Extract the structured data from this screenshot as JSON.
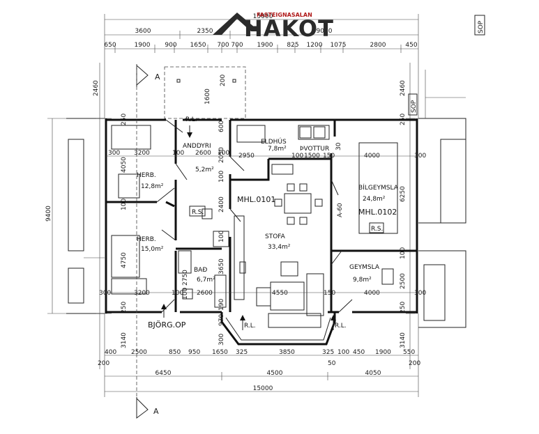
{
  "logo": {
    "top": "FASTEIGNASALAN",
    "word": "HAKOT"
  },
  "dims_top": {
    "total": "15000",
    "row1": [
      "3600",
      "2350",
      "9050"
    ],
    "row2": [
      "650",
      "1900",
      "900",
      "1650",
      "700",
      "700",
      "1900",
      "825",
      "1200",
      "1075",
      "2800",
      "450"
    ]
  },
  "dims_bottom": {
    "row1": [
      "400",
      "2500",
      "850",
      "950",
      "1650",
      "325",
      "3850",
      "325",
      "100",
      "450",
      "1900",
      "550"
    ],
    "row1b": [
      "200",
      "50",
      "200"
    ],
    "row2": [
      "6450",
      "4500",
      "4050"
    ],
    "total": "15000"
  },
  "dims_left": {
    "total": "9400",
    "v": [
      "2460",
      "250",
      "4050",
      "100",
      "4750",
      "250",
      "3140"
    ]
  },
  "dims_right": {
    "v": [
      "2460",
      "250",
      "6250",
      "100",
      "2500",
      "250",
      "3140"
    ],
    "sop": "SOP"
  },
  "inner_dims": {
    "h300a": "300",
    "h3200a": "3200",
    "h100a": "100",
    "h2600a": "2600",
    "h100b": "100",
    "h2950": "2950",
    "h100c": "100",
    "h1500": "1500",
    "h150a": "150",
    "h4000a": "4000",
    "h300b": "300",
    "h300c": "300",
    "h3200b": "3200",
    "h100d": "100",
    "h2600b": "2600",
    "h4550": "4550",
    "h150b": "150",
    "h4000b": "4000",
    "h300d": "300",
    "v1600": "1600",
    "v200a": "200",
    "v600": "600",
    "v2050": "2050",
    "v100a": "100",
    "v2400": "2400",
    "v100b": "100",
    "v3650": "3650",
    "v2750": "2750",
    "v100c": "100",
    "v970": "970",
    "v190": "190",
    "v300": "300",
    "v30": "30",
    "a60": "A-60"
  },
  "rooms": {
    "andyri": "ANDDYRI",
    "andyri_area": "5,2m²",
    "eldhus": "ELDHÚS",
    "eldhus_area": "7,8m²",
    "thvottur": "ÞVOTTUR",
    "herb1": "HERB.",
    "herb1_area": "12,8m²",
    "herb2": "HERB.",
    "herb2_area": "15,0m²",
    "bad": "BAÐ",
    "bad_area": "6,7m²",
    "stofa": "STOFA",
    "stofa_area": "33,4m²",
    "mhl1": "MHL.0101",
    "mhl2": "MHL.0102",
    "bilgeymsla": "BÍLGEYMSLA",
    "bilgeymsla_area": "24,8m²",
    "geymsla": "GEYMSLA",
    "geymsla_area": "9,8m²",
    "rs1": "R.S.",
    "rs2": "R.S.",
    "rl1": "R.L.",
    "rl2": "R.L.",
    "rl3": "R.L.",
    "bjorgop": "BJÖRG.OP",
    "section_a": "A",
    "section_a2": "A"
  }
}
